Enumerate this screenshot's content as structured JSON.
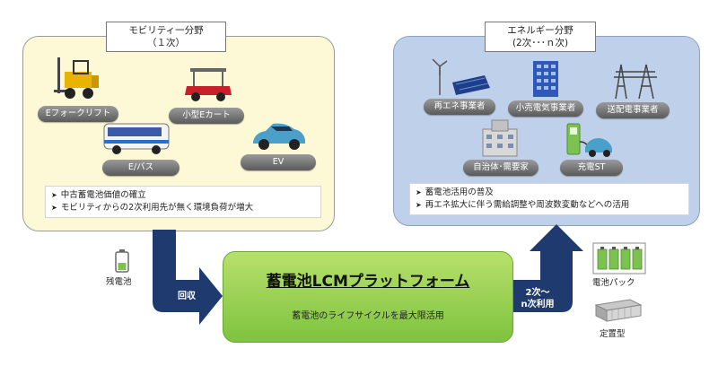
{
  "left_panel": {
    "title_line1": "モビリティ一分野",
    "title_line2": "（１次）",
    "items": [
      "Eフォークリフト",
      "小型Eカート",
      "E/バス",
      "EV"
    ],
    "notes": [
      "中古蓄電池価値の確立",
      "モビリティからの2次利用先が無く環境負荷が増大"
    ]
  },
  "right_panel": {
    "title_line1": "エネルギー分野",
    "title_line2": "(2次･･･ｎ次)",
    "items": [
      "再エネ事業者",
      "小売電気事業者",
      "送配電事業者",
      "自治体･需要家",
      "充電ST"
    ],
    "notes": [
      "蓄電池活用の普及",
      "再エネ拡大に伴う需給調整や周波数変動などへの活用"
    ]
  },
  "platform": {
    "title": "蓄電池LCMプラットフォーム",
    "subtitle": "蓄電池のライフサイクルを最大限活用"
  },
  "flow": {
    "residual_label": "残電池",
    "collect_label": "回収",
    "reuse_label_line1": "2次～",
    "reuse_label_line2": "n次利用",
    "battery_pack_label": "電池パック",
    "stationary_label": "定置型"
  },
  "colors": {
    "left_bg": "#fdf9d6",
    "right_bg": "#bfd0ea",
    "platform_green": "#8fcc4a",
    "arrow_navy": "#1f3a6e",
    "pill_gray": "#6a6a6a"
  }
}
